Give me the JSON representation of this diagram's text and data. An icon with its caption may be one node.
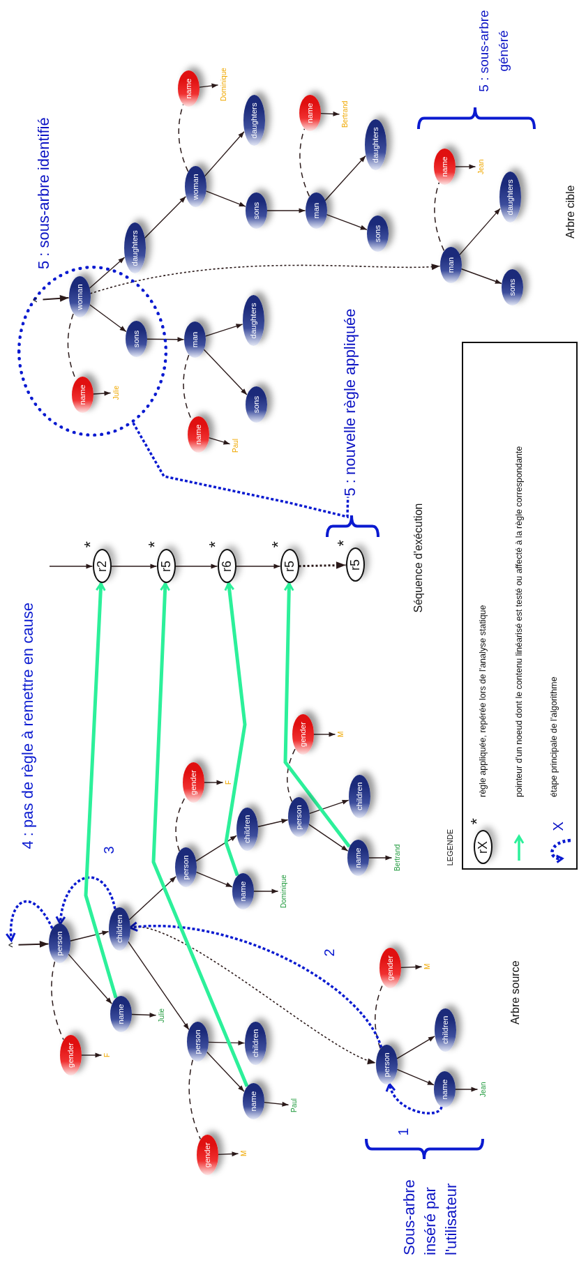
{
  "diagram": {
    "nodes": [
      {
        "text": [
          "^"
        ]
      },
      {
        "text": [
          "person"
        ]
      },
      {
        "text": [
          "children"
        ]
      },
      {
        "text": [
          "name"
        ]
      },
      {
        "text": [
          "Julie"
        ]
      },
      {
        "text": [
          "gender"
        ]
      },
      {
        "text": [
          "F"
        ]
      },
      {
        "text": [
          "person"
        ]
      },
      {
        "text": [
          "children"
        ]
      },
      {
        "text": [
          "name"
        ]
      },
      {
        "text": [
          "Paul"
        ]
      },
      {
        "text": [
          "gender"
        ]
      },
      {
        "text": [
          "M"
        ]
      },
      {
        "text": [
          "person"
        ]
      },
      {
        "text": [
          "children"
        ]
      },
      {
        "text": [
          "name"
        ]
      },
      {
        "text": [
          "Dominique"
        ]
      },
      {
        "text": [
          "gender"
        ]
      },
      {
        "text": [
          "F"
        ]
      },
      {
        "text": [
          "person"
        ]
      },
      {
        "text": [
          "children"
        ]
      },
      {
        "text": [
          "name"
        ]
      },
      {
        "text": [
          "Bertrand"
        ]
      },
      {
        "text": [
          "gender"
        ]
      },
      {
        "text": [
          "M"
        ]
      },
      {
        "text": [
          "person"
        ]
      },
      {
        "text": [
          "name"
        ]
      },
      {
        "text": [
          "Jean"
        ]
      },
      {
        "text": [
          "children"
        ]
      },
      {
        "text": [
          "gender"
        ]
      },
      {
        "text": [
          "M"
        ]
      },
      {
        "text": [
          "r2"
        ],
        "beside": [
          "*"
        ]
      },
      {
        "text": [
          "r5"
        ],
        "beside": [
          "*"
        ]
      },
      {
        "text": [
          "r6"
        ],
        "beside": [
          "*"
        ]
      },
      {
        "text": [
          "r5"
        ],
        "beside": [
          "*"
        ]
      },
      {
        "text": [
          "r5"
        ],
        "beside": [
          "*"
        ]
      },
      {
        "text": [
          "5 : nouvelle règle appliquée"
        ]
      },
      {
        "text": [],
        "shape": "loop"
      },
      {
        "text": [
          "^"
        ],
        "in": 37
      },
      {
        "text": [
          "woman"
        ],
        "in": 37
      },
      {
        "text": [
          "name"
        ],
        "in": 37
      },
      {
        "text": [
          "Julie"
        ],
        "in": 37
      },
      {
        "text": [
          "sons"
        ],
        "in": 37
      },
      {
        "text": [
          "daughters"
        ]
      },
      {
        "text": [
          "man"
        ]
      },
      {
        "text": [
          "name"
        ]
      },
      {
        "text": [
          "Paul"
        ]
      },
      {
        "text": [
          "sons"
        ]
      },
      {
        "text": [
          "daughters"
        ]
      },
      {
        "text": [
          "woman"
        ]
      },
      {
        "text": [
          "name"
        ]
      },
      {
        "text": [
          "Dominique"
        ]
      },
      {
        "text": [
          "sons"
        ]
      },
      {
        "text": [
          "daughters"
        ]
      },
      {
        "text": [
          "man"
        ]
      },
      {
        "text": [
          "name"
        ]
      },
      {
        "text": [
          "Bertrand"
        ]
      },
      {
        "text": [
          "sons"
        ]
      },
      {
        "text": [
          "daughters"
        ]
      },
      {
        "text": [
          "man"
        ]
      },
      {
        "text": [
          "name"
        ]
      },
      {
        "text": [
          "Jean"
        ]
      },
      {
        "text": [
          "sons"
        ]
      },
      {
        "text": [
          "daughters"
        ]
      }
    ],
    "edges": [
      {
        "from": 0,
        "to": 1,
        "arrow": "to"
      },
      {
        "from": 1,
        "to": 2,
        "arrow": "to"
      },
      {
        "from": 1,
        "to": 3,
        "arrow": "to"
      },
      {
        "from": 3,
        "to": 4,
        "arrow": "to"
      },
      {
        "from": 1,
        "to": 5,
        "arrow": "none",
        "style": "dashed"
      },
      {
        "from": 5,
        "to": 6,
        "arrow": "to"
      },
      {
        "from": 2,
        "to": 7,
        "arrow": "to"
      },
      {
        "from": 7,
        "to": 8,
        "arrow": "to"
      },
      {
        "from": 7,
        "to": 9,
        "arrow": "to"
      },
      {
        "from": 9,
        "to": 10,
        "arrow": "to"
      },
      {
        "from": 7,
        "to": 11,
        "arrow": "none",
        "style": "dashed"
      },
      {
        "from": 11,
        "to": 12,
        "arrow": "to"
      },
      {
        "from": 2,
        "to": 13,
        "arrow": "to"
      },
      {
        "from": 13,
        "to": 14,
        "arrow": "to"
      },
      {
        "from": 13,
        "to": 15,
        "arrow": "to"
      },
      {
        "from": 15,
        "to": 16,
        "arrow": "to"
      },
      {
        "from": 13,
        "to": 17,
        "arrow": "none",
        "style": "dashed"
      },
      {
        "from": 17,
        "to": 18,
        "arrow": "to"
      },
      {
        "from": 14,
        "to": 19,
        "arrow": "to"
      },
      {
        "from": 19,
        "to": 20,
        "arrow": "to"
      },
      {
        "from": 19,
        "to": 21,
        "arrow": "to"
      },
      {
        "from": 21,
        "to": 22,
        "arrow": "to"
      },
      {
        "from": 19,
        "to": 23,
        "arrow": "none",
        "style": "dashed"
      },
      {
        "from": 23,
        "to": 24,
        "arrow": "to"
      },
      {
        "from": 25,
        "to": 28,
        "arrow": "to"
      },
      {
        "from": 25,
        "to": 26,
        "arrow": "to"
      },
      {
        "from": 26,
        "to": 27,
        "arrow": "to"
      },
      {
        "from": 25,
        "to": 29,
        "arrow": "none",
        "style": "dashed"
      },
      {
        "from": 29,
        "to": 30,
        "arrow": "to"
      },
      {
        "from": 2,
        "to": 25,
        "arrow": "to",
        "style": "dashed"
      },
      {
        "from": 26,
        "to": 25,
        "arrow": "to",
        "label": "1",
        "style": "dashed",
        "color": "#0a1ad0"
      },
      {
        "from": 25,
        "to": 2,
        "arrow": "to",
        "label": "2",
        "style": "dashed",
        "color": "#0a1ad0"
      },
      {
        "from": 2,
        "to": 1,
        "arrow": "to",
        "label": "3",
        "style": "dashed",
        "color": "#0a1ad0"
      },
      {
        "from": 1,
        "to": 0,
        "arrow": "to",
        "label": "4 : pas de règle à remettre en cause",
        "style": "dashed",
        "color": "#0a1ad0"
      },
      {
        "from": 3,
        "to": 31,
        "arrow": "to",
        "style": "thick",
        "color": "#2cf09a"
      },
      {
        "from": 9,
        "to": 32,
        "arrow": "to",
        "style": "thick",
        "color": "#2cf09a"
      },
      {
        "from": 15,
        "to": 33,
        "arrow": "to",
        "style": "thick",
        "color": "#2cf09a"
      },
      {
        "from": 21,
        "to": 34,
        "arrow": "to",
        "style": "thick",
        "color": "#2cf09a"
      },
      {
        "from": null,
        "to": 31,
        "arrow": "to"
      },
      {
        "from": 31,
        "to": 32,
        "arrow": "to"
      },
      {
        "from": 32,
        "to": 33,
        "arrow": "to"
      },
      {
        "from": 33,
        "to": 34,
        "arrow": "to"
      },
      {
        "from": 34,
        "to": 35,
        "arrow": "to",
        "style": "dashed"
      },
      {
        "from": 37,
        "to": 36,
        "arrow": "none",
        "style": "dashed",
        "color": "#0a1ad0"
      },
      {
        "from": 38,
        "to": 39,
        "arrow": "to"
      },
      {
        "from": 39,
        "to": 42,
        "arrow": "to"
      },
      {
        "from": 39,
        "to": 43,
        "arrow": "to"
      },
      {
        "from": 39,
        "to": 40,
        "arrow": "none",
        "style": "dashed"
      },
      {
        "from": 40,
        "to": 41,
        "arrow": "to"
      },
      {
        "from": 42,
        "to": 44,
        "arrow": "to"
      },
      {
        "from": 44,
        "to": 47,
        "arrow": "to"
      },
      {
        "from": 44,
        "to": 48,
        "arrow": "to"
      },
      {
        "from": 44,
        "to": 45,
        "arrow": "none",
        "style": "dashed"
      },
      {
        "from": 45,
        "to": 46,
        "arrow": "to"
      },
      {
        "from": 43,
        "to": 49,
        "arrow": "to"
      },
      {
        "from": 49,
        "to": 52,
        "arrow": "to"
      },
      {
        "from": 49,
        "to": 53,
        "arrow": "to"
      },
      {
        "from": 49,
        "to": 50,
        "arrow": "none",
        "style": "dashed"
      },
      {
        "from": 50,
        "to": 51,
        "arrow": "to"
      },
      {
        "from": 52,
        "to": 54,
        "arrow": "to"
      },
      {
        "from": 54,
        "to": 57,
        "arrow": "to"
      },
      {
        "from": 54,
        "to": 58,
        "arrow": "to"
      },
      {
        "from": 54,
        "to": 55,
        "arrow": "none",
        "style": "dashed"
      },
      {
        "from": 55,
        "to": 56,
        "arrow": "to"
      },
      {
        "from": 39,
        "to": 59,
        "arrow": "to",
        "style": "dashed"
      },
      {
        "from": 59,
        "to": 62,
        "arrow": "to"
      },
      {
        "from": 59,
        "to": 63,
        "arrow": "to"
      },
      {
        "from": 59,
        "to": 60,
        "arrow": "none",
        "style": "dashed"
      },
      {
        "from": 60,
        "to": 61,
        "arrow": "to"
      }
    ],
    "labels": [
      "5 : sous-arbre identifié",
      "5 : sous-arbre généré",
      "Arbre cible",
      "Séquence d'exécution",
      "Arbre source",
      "Sous-arbre inséré par l'utilisateur",
      "LEGENDE",
      "rX",
      "*",
      "X"
    ],
    "legend": [
      {
        "text": "règle appliquée, repérée lors de l'analyse statique"
      },
      {
        "text": "pointeur d'un noeud dont le contenu linéarisé est testé ou affecté à la règle correspondante"
      },
      {
        "text": "étape principale de l'algorithme"
      }
    ]
  }
}
